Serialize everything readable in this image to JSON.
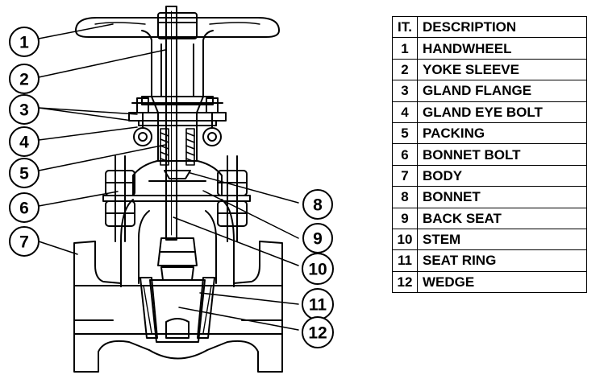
{
  "table": {
    "header_it": "IT.",
    "header_description": "DESCRIPTION",
    "rows": [
      {
        "it": "1",
        "description": "HANDWHEEL"
      },
      {
        "it": "2",
        "description": "YOKE SLEEVE"
      },
      {
        "it": "3",
        "description": "GLAND FLANGE"
      },
      {
        "it": "4",
        "description": "GLAND EYE BOLT"
      },
      {
        "it": "5",
        "description": "PACKING"
      },
      {
        "it": "6",
        "description": "BONNET BOLT"
      },
      {
        "it": "7",
        "description": "BODY"
      },
      {
        "it": "8",
        "description": "BONNET"
      },
      {
        "it": "9",
        "description": "BACK SEAT"
      },
      {
        "it": "10",
        "description": "STEM"
      },
      {
        "it": "11",
        "description": "SEAT RING"
      },
      {
        "it": "12",
        "description": "WEDGE"
      }
    ]
  },
  "callouts": [
    "1",
    "2",
    "3",
    "4",
    "5",
    "6",
    "7",
    "8",
    "9",
    "10",
    "11",
    "12"
  ],
  "colors": {
    "line": "#000000",
    "background": "#ffffff"
  }
}
